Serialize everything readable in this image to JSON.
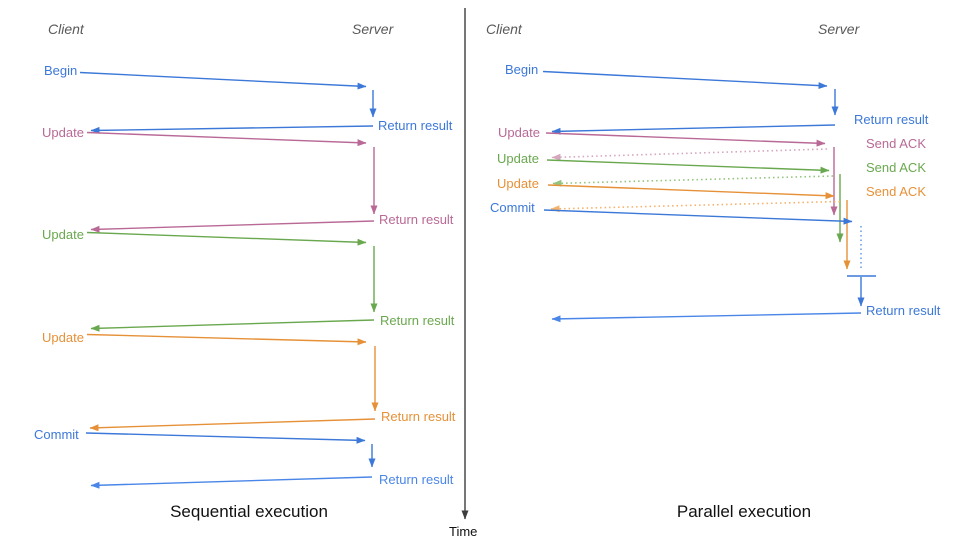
{
  "left": {
    "title": "Sequential execution",
    "client_header": "Client",
    "server_header": "Server",
    "steps": [
      {
        "label": "Begin",
        "response": "Return result"
      },
      {
        "label": "Update",
        "response": "Return result"
      },
      {
        "label": "Update",
        "response": "Return result"
      },
      {
        "label": "Update",
        "response": "Return result"
      },
      {
        "label": "Commit",
        "response": "Return result"
      }
    ]
  },
  "right": {
    "title": "Parallel execution",
    "client_header": "Client",
    "server_header": "Server",
    "steps": [
      {
        "label": "Begin",
        "response": "Return result"
      },
      {
        "label": "Update",
        "response": "Send ACK"
      },
      {
        "label": "Update",
        "response": "Send ACK"
      },
      {
        "label": "Update",
        "response": "Send ACK"
      },
      {
        "label": "Commit",
        "response": "Return result"
      }
    ]
  },
  "time_axis": {
    "label": "Time"
  },
  "colors": {
    "blue": "#3c78d8",
    "light_blue": "#4a86e8",
    "dotted_blue": "#6d9eeb",
    "pink": "#b96996",
    "pink_light": "#d5a6bd",
    "green": "#6aa84f",
    "green_light": "#93c47d",
    "orange": "#e69138",
    "orange_light": "#f6b26b",
    "axis": "#3d3d3d",
    "header_gray": "#595959"
  }
}
